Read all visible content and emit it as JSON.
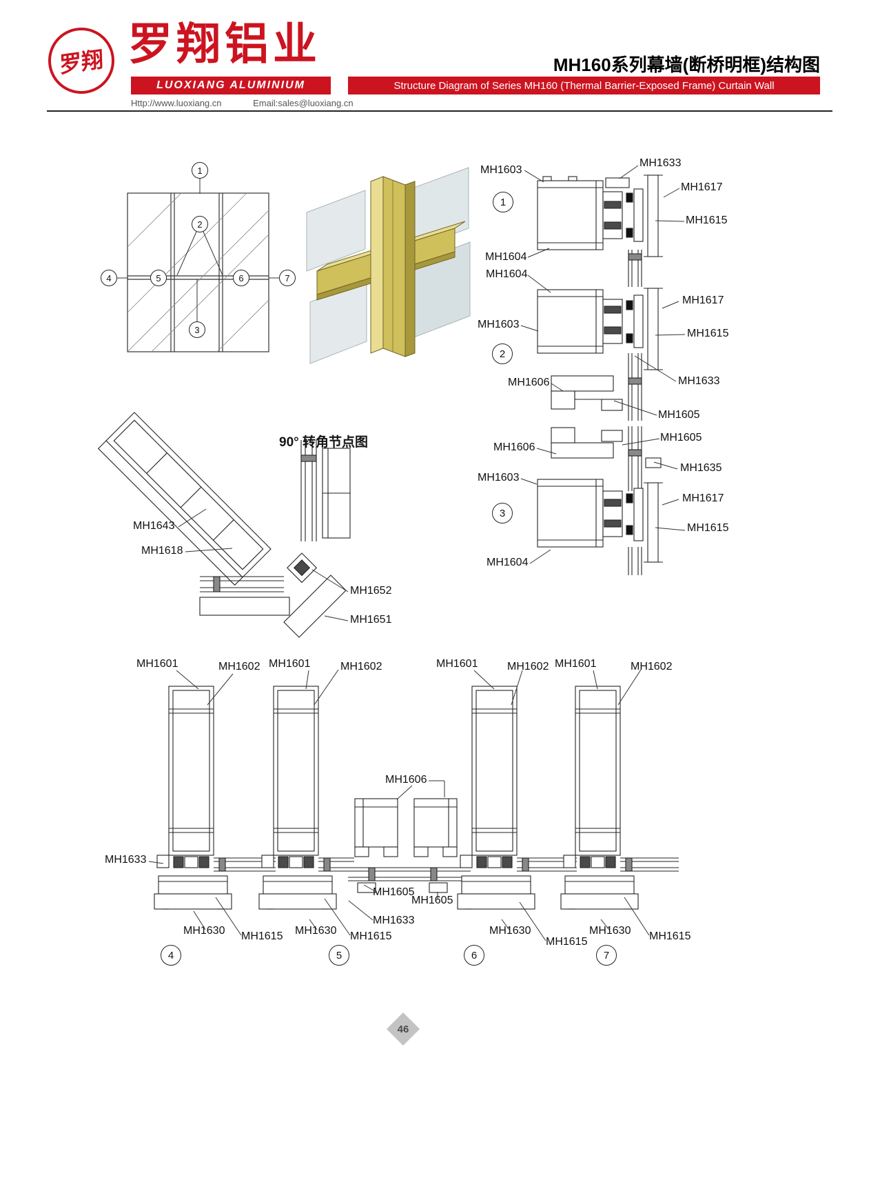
{
  "colors": {
    "accent_red": "#cc1420",
    "profile_gold": "#cfc05c",
    "diamond_gray": "#c3c3c3"
  },
  "header": {
    "logo_text": "罗翔",
    "brand_cn": "罗翔铝业",
    "brand_en": "LUOXIANG ALUMINIUM",
    "website": "Http://www.luoxiang.cn",
    "email": "Email:sales@luoxiang.cn",
    "title_cn": "MH160系列幕墙(断桥明框)结构图",
    "title_en": "Structure Diagram of Series MH160 (Thermal Barrier-Exposed Frame) Curtain Wall"
  },
  "elevation": {
    "markers": [
      "1",
      "2",
      "3",
      "4",
      "5",
      "6",
      "7"
    ]
  },
  "corner": {
    "title": "90° 转角节点图",
    "l1": "MH1643",
    "l2": "MH1618",
    "l3": "MH1652",
    "l4": "MH1651"
  },
  "sections": {
    "s1": {
      "num": "1",
      "l1": "MH1603",
      "l2": "MH1633",
      "l3": "MH1617",
      "l4": "MH1615",
      "l5": "MH1604"
    },
    "s2": {
      "num": "2",
      "l1": "MH1604",
      "l2": "MH1617",
      "l3": "MH1603",
      "l4": "MH1615",
      "l5": "MH1633",
      "l6": "MH1606",
      "l7": "MH1605"
    },
    "s3": {
      "num": "3",
      "l1": "MH1605",
      "l2": "MH1606",
      "l3": "MH1635",
      "l4": "MH1603",
      "l5": "MH1617",
      "l6": "MH1615",
      "l7": "MH1604"
    }
  },
  "bottom": {
    "g4": {
      "num": "4",
      "l1": "MH1601",
      "l2": "MH1602",
      "l3": "MH1633",
      "l4": "MH1630",
      "l5": "MH1615"
    },
    "g5": {
      "num": "5",
      "l1": "MH1601",
      "l2": "MH1602",
      "l3": "MH1606",
      "l4": "MH1605",
      "l5": "MH1605",
      "l6": "MH1633",
      "l7": "MH1630",
      "l8": "MH1615"
    },
    "g6": {
      "num": "6",
      "l1": "MH1601",
      "l2": "MH1602",
      "l3": "MH1630",
      "l4": "MH1615"
    },
    "g7": {
      "num": "7",
      "l1": "MH1601",
      "l2": "MH1602",
      "l3": "MH1630",
      "l4": "MH1615"
    }
  },
  "page": {
    "number": "46"
  }
}
